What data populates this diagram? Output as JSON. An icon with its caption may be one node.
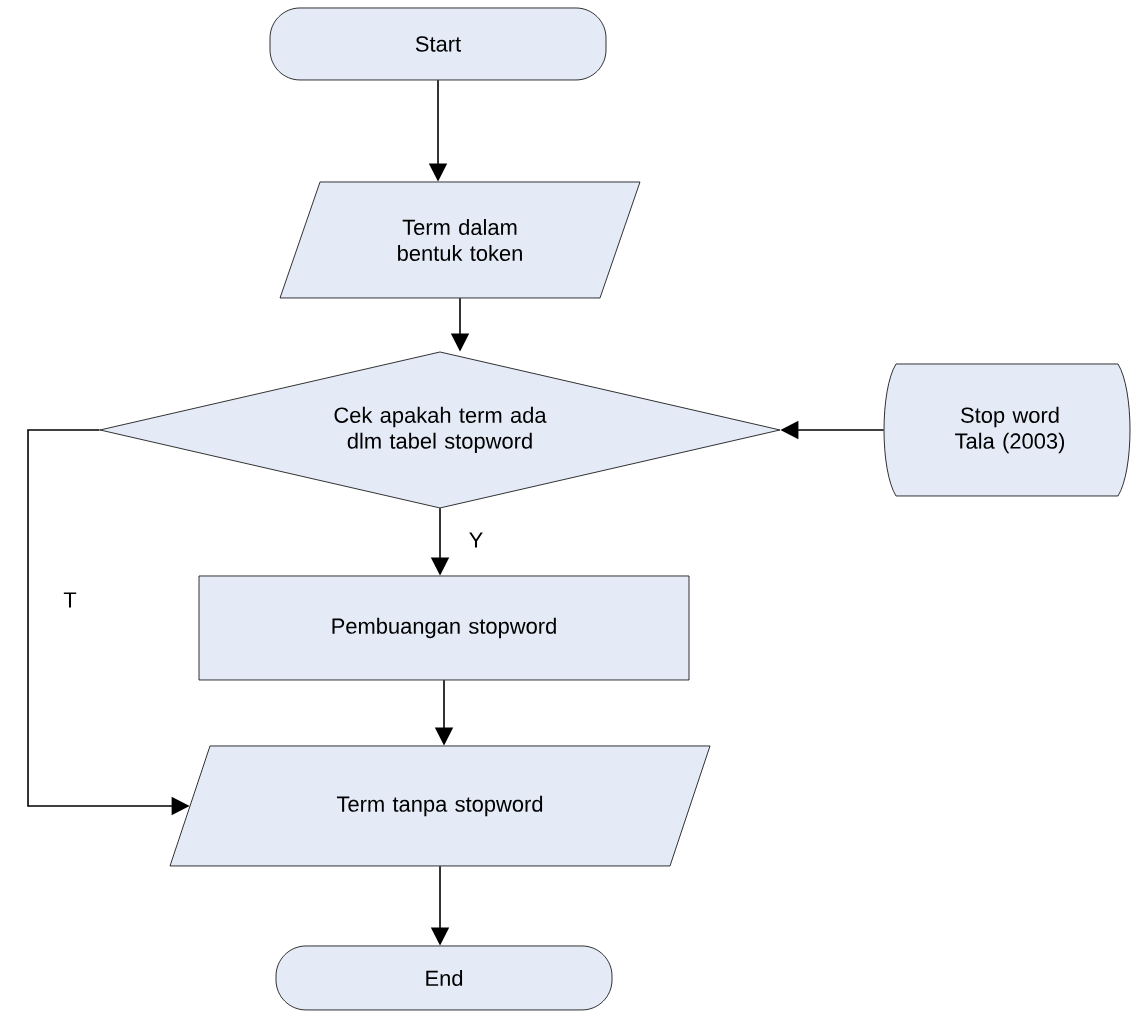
{
  "diagram": {
    "nodes": [
      {
        "text": [
          "Start"
        ]
      },
      {
        "text": [
          "Term dalam bentuk token"
        ]
      },
      {
        "text": [
          "Cek apakah term ada dlm tabel stopword"
        ]
      },
      {
        "text": [
          "Stop word Tala (2003)"
        ]
      },
      {
        "text": [
          "Pembuangan stopword"
        ]
      },
      {
        "text": [
          "Term tanpa stopword"
        ]
      },
      {
        "text": [
          "End"
        ]
      }
    ],
    "edges": [
      {
        "from": 0,
        "to": 1,
        "arrow": "to"
      },
      {
        "from": 1,
        "to": 2,
        "arrow": "to"
      },
      {
        "from": 3,
        "to": 2,
        "arrow": "to"
      },
      {
        "from": 2,
        "to": 4,
        "arrow": "to",
        "label": "Y"
      },
      {
        "from": 2,
        "to": 5,
        "arrow": "to",
        "label": "T"
      },
      {
        "from": 4,
        "to": 5,
        "arrow": "to"
      },
      {
        "from": 5,
        "to": 6,
        "arrow": "to"
      }
    ]
  }
}
